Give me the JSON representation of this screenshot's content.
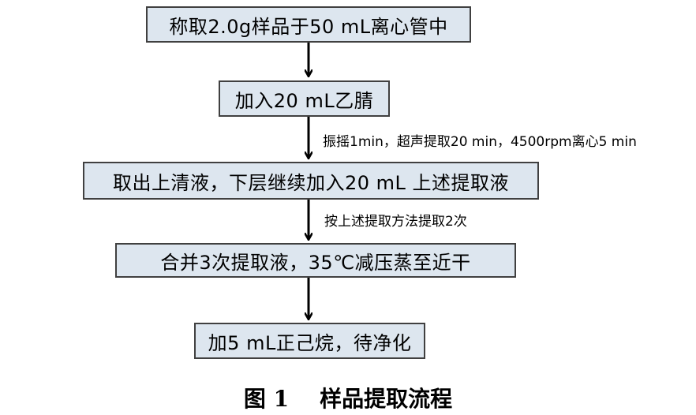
{
  "flowchart": {
    "steps": [
      "称取2.0g样品于50 mL离心管中",
      "加入20 mL乙腈",
      "取出上清液，下层继续加入20 mL 上述提取液",
      "合并3次提取液，35℃减压蒸至近干",
      "加5 mL正己烷，待净化"
    ],
    "notes": [
      "振摇1min，超声提取20 min，4500rpm离心5 min",
      "按上述提取方法提取2次"
    ],
    "caption": "图 1    样品提取流程"
  },
  "colors": {
    "box_fill": "#dde6ef",
    "box_border": "#404040",
    "arrow": "#000000"
  }
}
